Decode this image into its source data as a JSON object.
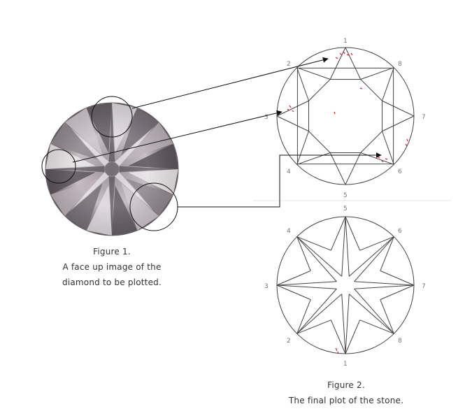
{
  "figure1": {
    "caption_lines": [
      "Figure 1.",
      "A face up image of the",
      "diamond to be plotted."
    ]
  },
  "figure2": {
    "caption_lines": [
      "Figure 2.",
      "The final plot of the stone."
    ]
  },
  "plot_top": {
    "position_numbers": [
      "1",
      "2",
      "3",
      "4",
      "5",
      "6",
      "7",
      "8"
    ]
  },
  "plot_bottom": {
    "position_numbers": [
      "5",
      "4",
      "3",
      "2",
      "1",
      "8",
      "7",
      "6"
    ]
  },
  "colors": {
    "line": "#444444",
    "inclusion": "#e0202c",
    "arrow": "#111111"
  }
}
